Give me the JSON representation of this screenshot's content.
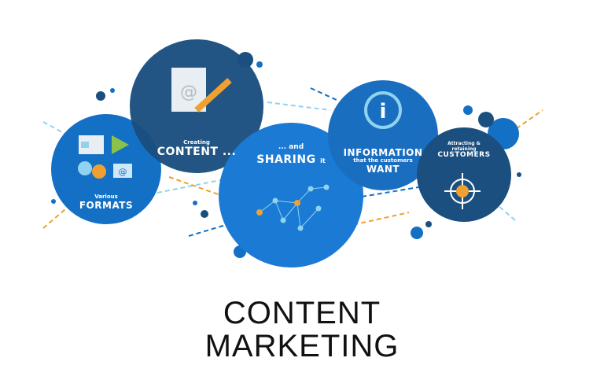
{
  "circles": {
    "formats": {
      "small": "Various",
      "big": "FORMATS",
      "icons": [
        "newspaper-icon",
        "play-icon",
        "qa-bubbles-icon",
        "email-icon"
      ]
    },
    "content": {
      "small": "Creating",
      "big": "CONTENT ...",
      "icons": [
        "document-pencil-icon"
      ]
    },
    "sharing": {
      "small": "... and",
      "big": "SHARING",
      "suffix": "it",
      "icons": [
        "network-icon"
      ]
    },
    "information": {
      "big": "INFORMATION",
      "small": "that the customers",
      "big2": "WANT",
      "icons": [
        "info-icon"
      ]
    },
    "customers": {
      "small": "Attracting & retaining",
      "big": "CUSTOMERS",
      "icons": [
        "target-people-icon"
      ]
    }
  },
  "title": {
    "line1": "CONTENT",
    "line2": "MARKETING"
  },
  "colors": {
    "dark_blue": "#1b4f7f",
    "medium_blue": "#1470c4",
    "light_blue": "#8fd3f0",
    "orange": "#f0a030"
  }
}
